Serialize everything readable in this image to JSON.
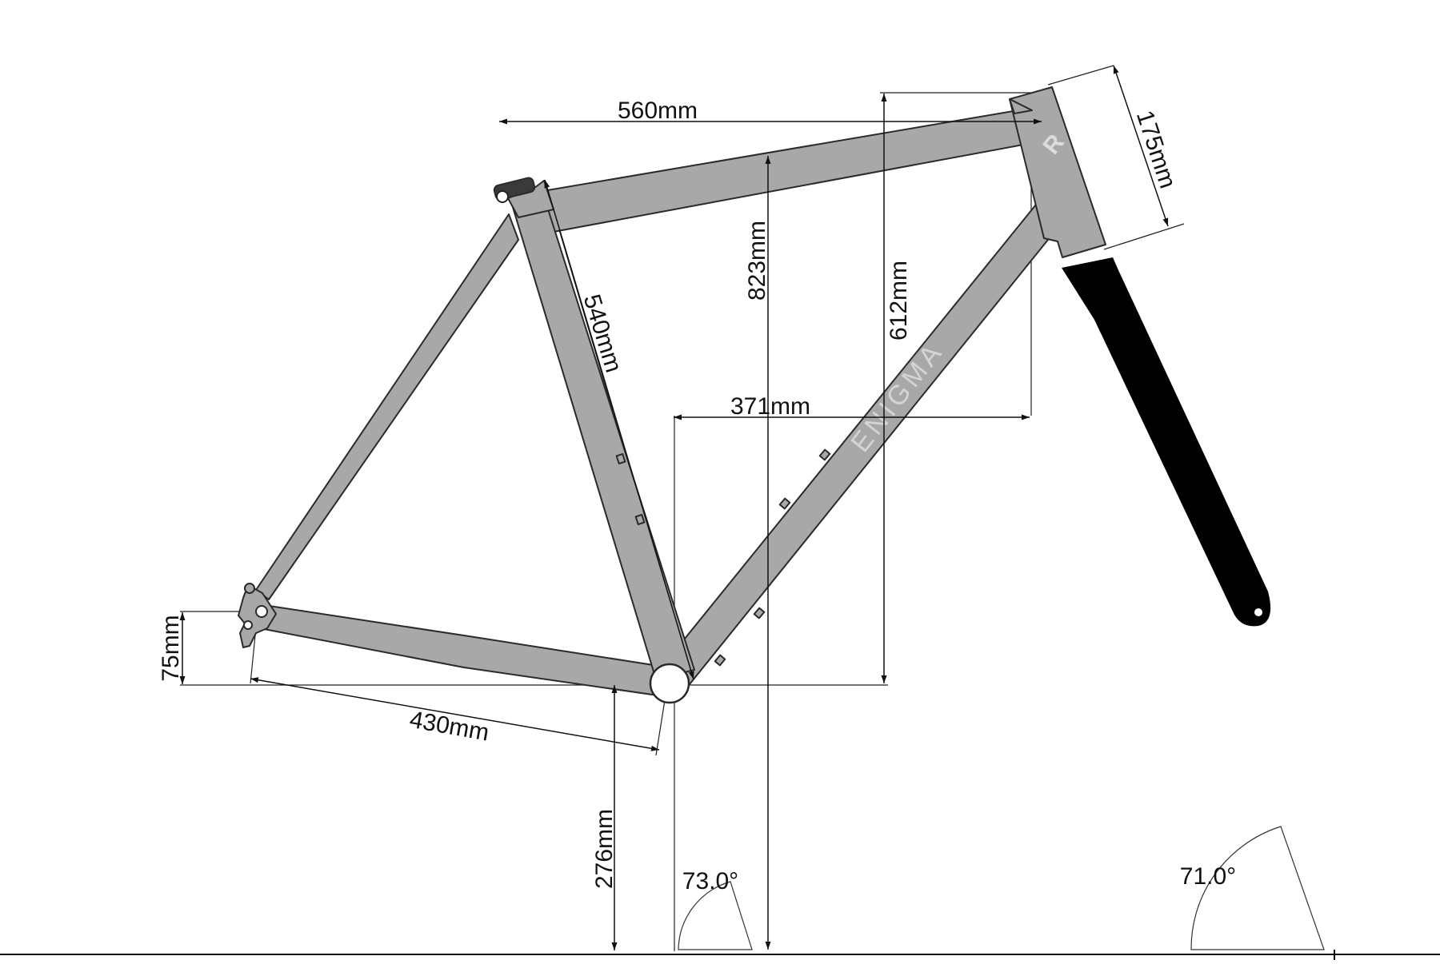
{
  "brand": {
    "name": "ENIGMA",
    "logo_glyph": "R"
  },
  "colors": {
    "frame_fill": "#a8a8a8",
    "frame_stroke": "#2a2a2a",
    "fork_fill": "#000000",
    "seatpost_clamp": "#3a3a3a",
    "logo_text": "#d4d4d4",
    "dimension_line": "#111111",
    "background": "#ffffff"
  },
  "dimensions": {
    "top_tube": "560mm",
    "head_tube": "175mm",
    "stack_total": "823mm",
    "stack": "612mm",
    "seat_tube": "540mm",
    "reach": "371mm",
    "bb_drop": "75mm",
    "chainstay": "430mm",
    "bb_height": "276mm"
  },
  "angles": {
    "seat_angle": "73.0°",
    "head_angle": "71.0°"
  }
}
